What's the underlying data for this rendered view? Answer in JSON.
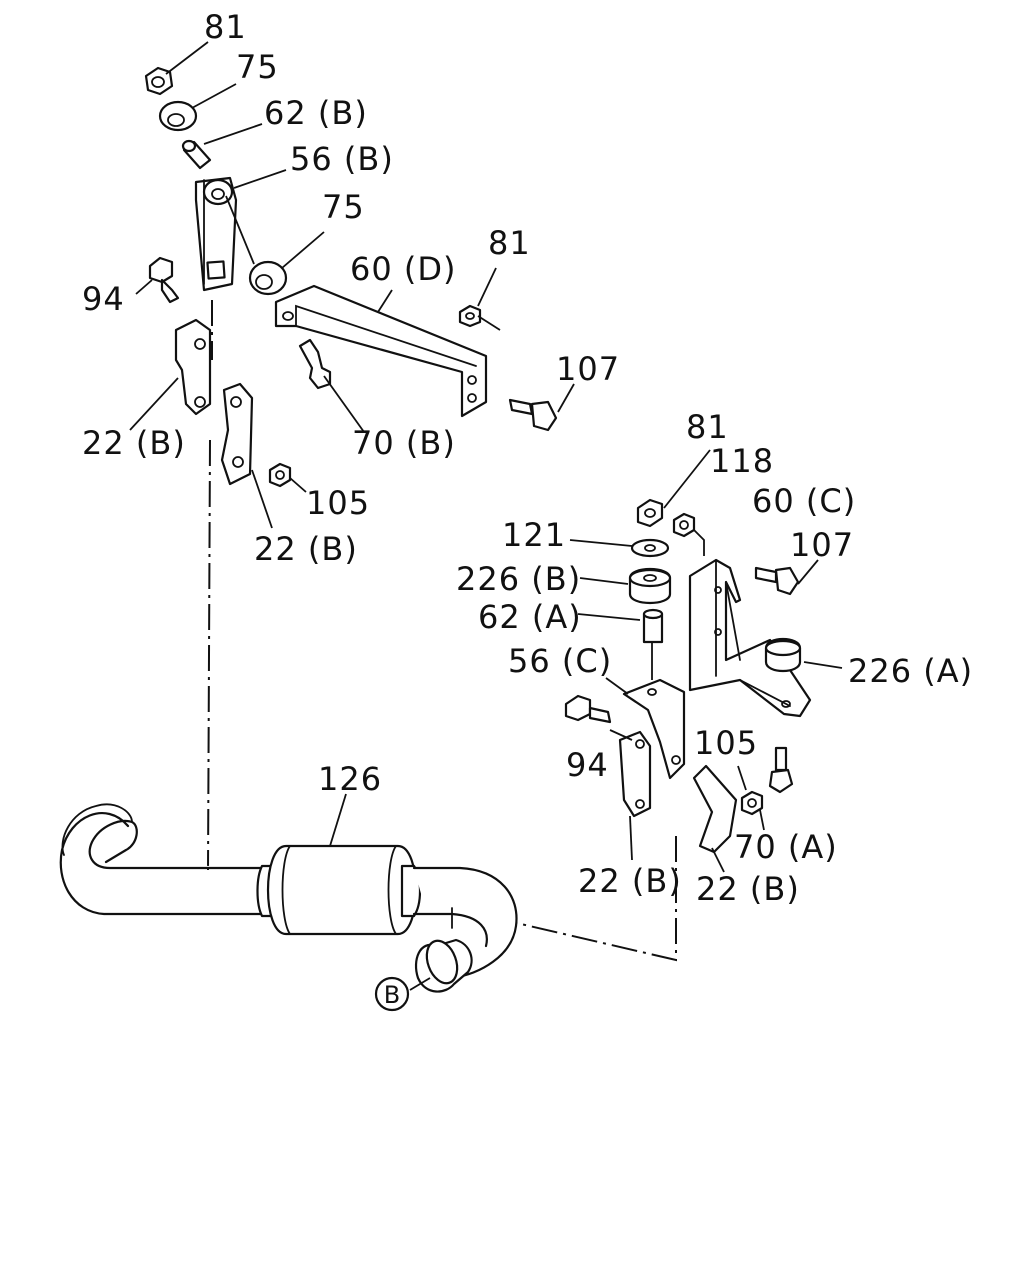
{
  "callouts": {
    "c81_top": "81",
    "c75_top": "75",
    "c62b": "62 (B)",
    "c56b": "56 (B)",
    "c75_mid": "75",
    "c60d": "60 (D)",
    "c81_mid": "81",
    "c94_left": "94",
    "c107_top": "107",
    "c22b_a": "22 (B)",
    "c70b": "70 (B)",
    "c105_left": "105",
    "c22b_b": "22 (B)",
    "c81_right": "81",
    "c118": "118",
    "c60c": "60 (C)",
    "c121": "121",
    "c107_right": "107",
    "c226b": "226 (B)",
    "c62a": "62 (A)",
    "c56c": "56 (C)",
    "c226a": "226 (A)",
    "c105_right": "105",
    "c94_right": "94",
    "c70a": "70 (A)",
    "c126": "126",
    "c22b_c": "22 (B)",
    "c22b_d": "22 (B)",
    "ref_b": "B"
  }
}
